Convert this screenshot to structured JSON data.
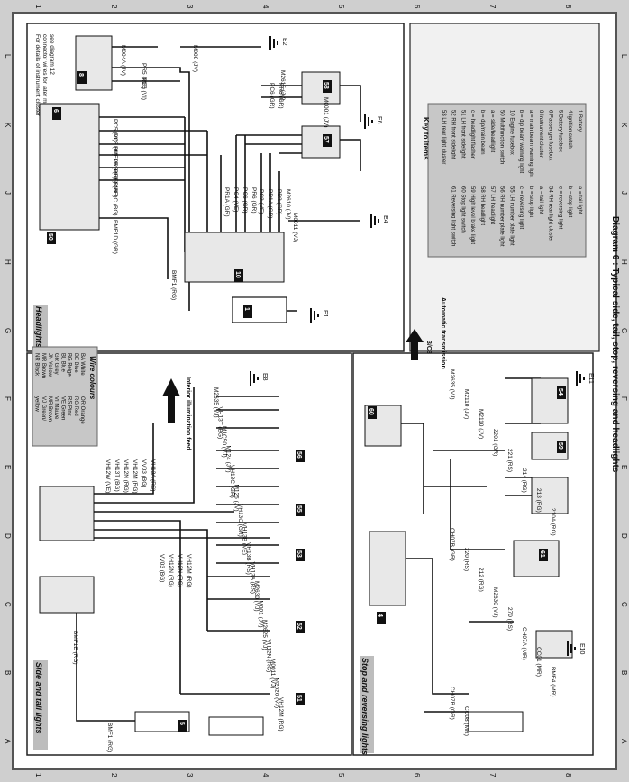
{
  "caption": "Diagram 6 : Typical side, tail, stop, reversing and headlights",
  "sections": {
    "side_tail": "Side and tail lights",
    "stop_reversing": "Stop and reversing lights",
    "headlights": "Headlights"
  },
  "border_letters": [
    "A",
    "B",
    "C",
    "D",
    "E",
    "F",
    "G",
    "H",
    "J",
    "K",
    "L"
  ],
  "border_numbers": [
    "1",
    "2",
    "3",
    "4",
    "5",
    "6",
    "7",
    "8"
  ],
  "wire_colours": {
    "title": "Wire colours",
    "rows": [
      [
        "BA",
        "White",
        "OR",
        "Orange"
      ],
      [
        "BE",
        "Blue",
        "RG",
        "Red"
      ],
      [
        "BG",
        "Beige",
        "RS",
        "Pink"
      ],
      [
        "BL",
        "Blue",
        "VE",
        "Green"
      ],
      [
        "GR",
        "Grey",
        "VI",
        "Mauve"
      ],
      [
        "JN",
        "Yellow",
        "MR",
        "Brown"
      ],
      [
        "MR",
        "Brown",
        "VJ",
        "Green/"
      ],
      [
        "NR",
        "Black",
        "",
        "yellow"
      ]
    ]
  },
  "key_to_items": {
    "title": "Key to items",
    "items": [
      [
        "1",
        "Battery"
      ],
      [
        "4",
        "Ignition switch"
      ],
      [
        "5",
        "Battery fusebox"
      ],
      [
        "6",
        "Passenger fusebox"
      ],
      [
        "8",
        "Instrument cluster"
      ],
      [
        "",
        "a = main beam warning light"
      ],
      [
        "",
        "b = dip beam warning light"
      ],
      [
        "10",
        "Engine fusebox"
      ],
      [
        "50",
        "Multifunction switch"
      ],
      [
        "",
        "a = side/headlight"
      ],
      [
        "",
        "b = dip/main beam"
      ],
      [
        "",
        "c = headlight flasher"
      ],
      [
        "51",
        "LH front sidelight"
      ],
      [
        "52",
        "RH front sidelight"
      ],
      [
        "53",
        "LH rear light cluster"
      ],
      [
        "",
        "a = tail light"
      ],
      [
        "",
        "b = stop light"
      ],
      [
        "",
        "c = reversing light"
      ],
      [
        "54",
        "RH rear light cluster"
      ],
      [
        "",
        "a = tail light"
      ],
      [
        "",
        "b = stop light"
      ],
      [
        "",
        "c = reversing light"
      ],
      [
        "55",
        "LH number plate light"
      ],
      [
        "56",
        "RH number plate light"
      ],
      [
        "57",
        "LH headlight"
      ],
      [
        "58",
        "RH headlight"
      ],
      [
        "59",
        "High level brake light"
      ],
      [
        "60",
        "Stop light switch"
      ],
      [
        "61",
        "Reversing light switch"
      ]
    ]
  },
  "interior_feed": "Interior illumination feed",
  "auto_trans": "Automatic transmission",
  "ref_38": "3/C8",
  "instr_note": "For details of instrument cluster connector wires for later models see diagram 12",
  "component_ids": [
    "1",
    "4",
    "5",
    "6",
    "8",
    "10",
    "50",
    "51",
    "52",
    "53",
    "54",
    "55",
    "56",
    "57",
    "58",
    "59",
    "60",
    "61"
  ],
  "earths": [
    "E1",
    "E2",
    "E4",
    "E6",
    "E8",
    "E10",
    "E11"
  ],
  "headlight_wires": {
    "top": [
      "M004A (JV)",
      "M008 (JV)",
      "M2615 (JV)",
      "M0001 (JV)",
      "M0011 (VJ)"
    ],
    "switch_out": [
      "PR5 (MR)",
      "PC5 (VI)",
      "PC5 (VI)",
      "PC8 (VI)",
      "BMF1B (BG)",
      "PR5 (BE)",
      "PR1A (BE)",
      "BMF1C (BG)",
      "BMF1D (GR)",
      "BMF1 (RG)"
    ],
    "fuse_in": [
      "PR1A (GR)",
      "PC4 (VE)",
      "PC6 (GR)",
      "PR6 (GR)",
      "PC2 (VE)",
      "PR1A (GR)",
      "PR3 (GR)",
      "M2610 (JV)"
    ],
    "lamp": [
      "PC6 (GR)",
      "PR6 (GR)"
    ]
  },
  "side_wires": {
    "from_6": [
      "VH12W (VE)",
      "VH13T (BG)",
      "VH12N (RG)",
      "VH12M (RG)",
      "VV03 (BG)",
      "VH13A (RS)"
    ],
    "vertical": [
      "VV03 (BG)",
      "VH12N (RG)",
      "VH12N (RG)",
      "VH12M (RG)"
    ],
    "right": [
      "M2635 (VJ)",
      "VH13T (BG)",
      "M1C50 (VJ)",
      "M124 (JV)",
      "VH13C (GR)",
      "M125 (JV)",
      "VH13C (GR)",
      "VH13B (VE)",
      "VH13B (RS)",
      "VH13A (RS)",
      "M2630 (VJ)",
      "M001 (JV)",
      "M2625 (VJ)",
      "VH12N (RG)",
      "M0011 (VJ)",
      "M2620 (VJ)",
      "VH12M (RG)"
    ],
    "bottom": [
      "BMF1E (RG)",
      "BMF1 (RG)"
    ]
  },
  "stop_wires": {
    "labels": [
      "M2635 (VJ)",
      "M2110 (JV)",
      "M2110 (JV)",
      "2201 (GR)",
      "221 (RS)",
      "214 (RG)",
      "213 (RG)",
      "210A (RG)",
      "CH07B (GR)",
      "220 (RS)",
      "212 (RG)",
      "M2630 (VJ)",
      "270 (RS)",
      "CH07A (MR)",
      "CC01 (MR)",
      "BMF4 (MR)",
      "CH07B (GR)",
      "CC08 (MR)"
    ]
  }
}
